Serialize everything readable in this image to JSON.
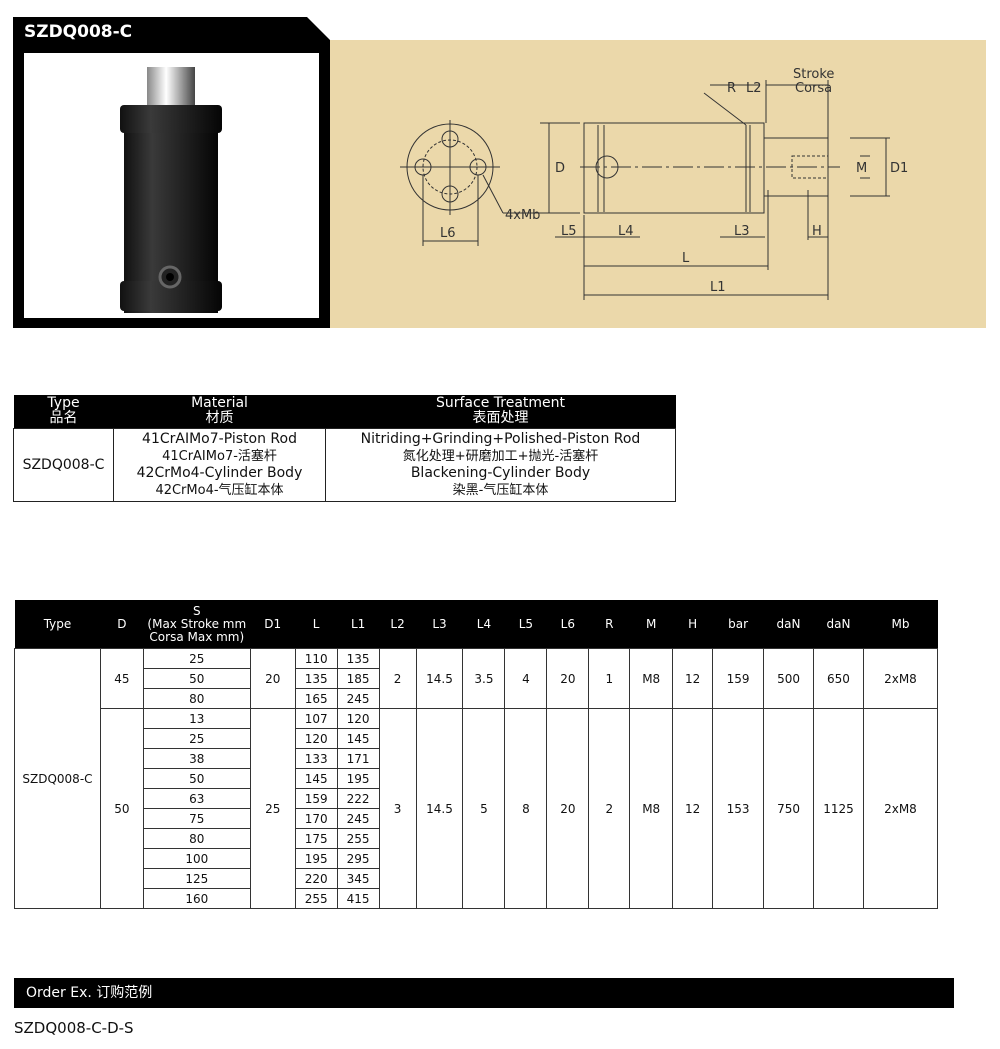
{
  "product": {
    "title": "SZDQ008-C"
  },
  "drawing": {
    "labels": {
      "stroke": "Stroke",
      "corsa": "Corsa",
      "R": "R",
      "L2": "L2",
      "D": "D",
      "M": "M",
      "D1": "D1",
      "mb": "4xMb",
      "L6": "L6",
      "L5": "L5",
      "L4": "L4",
      "L3": "L3",
      "H": "H",
      "L": "L",
      "L1": "L1"
    }
  },
  "material_table": {
    "headers": [
      {
        "en": "Type",
        "cn": "品名"
      },
      {
        "en": "Material",
        "cn": "材质"
      },
      {
        "en": "Surface Treatment",
        "cn": "表面处理"
      }
    ],
    "type": "SZDQ008-C",
    "materials": [
      "41CrAIMo7-Piston Rod",
      "41CrAIMo7-活塞杆",
      "42CrMo4-Cylinder Body",
      "42CrMo4-气压缸本体"
    ],
    "treatments": [
      "Nitriding+Grinding+Polished-Piston Rod",
      "氮化处理+研磨加工+抛光-活塞杆",
      "Blackening-Cylinder Body",
      "染黑-气压缸本体"
    ]
  },
  "spec_table": {
    "headers": [
      "Type",
      "D",
      "S",
      "(Max Stroke mm",
      "Corsa Max mm)",
      "D1",
      "L",
      "L1",
      "L2",
      "L3",
      "L4",
      "L5",
      "L6",
      "R",
      "M",
      "H",
      "bar",
      "daN",
      "daN",
      "Mb"
    ],
    "type": "SZDQ008-C",
    "groups": [
      {
        "D": "45",
        "D1": "20",
        "L2": "2",
        "L3": "14.5",
        "L4": "3.5",
        "L5": "4",
        "L6": "20",
        "R": "1",
        "M": "M8",
        "H": "12",
        "bar": "159",
        "daN1": "500",
        "daN2": "650",
        "Mb": "2xM8",
        "rows": [
          [
            "25",
            "110",
            "135"
          ],
          [
            "50",
            "135",
            "185"
          ],
          [
            "80",
            "165",
            "245"
          ]
        ]
      },
      {
        "D": "50",
        "D1": "25",
        "L2": "3",
        "L3": "14.5",
        "L4": "5",
        "L5": "8",
        "L6": "20",
        "R": "2",
        "M": "M8",
        "H": "12",
        "bar": "153",
        "daN1": "750",
        "daN2": "1125",
        "Mb": "2xM8",
        "rows": [
          [
            "13",
            "107",
            "120"
          ],
          [
            "25",
            "120",
            "145"
          ],
          [
            "38",
            "133",
            "171"
          ],
          [
            "50",
            "145",
            "195"
          ],
          [
            "63",
            "159",
            "222"
          ],
          [
            "75",
            "170",
            "245"
          ],
          [
            "80",
            "175",
            "255"
          ],
          [
            "100",
            "195",
            "295"
          ],
          [
            "125",
            "220",
            "345"
          ],
          [
            "160",
            "255",
            "415"
          ]
        ]
      }
    ]
  },
  "order": {
    "label": "Order Ex.",
    "label_cn": "订购范例",
    "example": "SZDQ008-C-D-S"
  }
}
